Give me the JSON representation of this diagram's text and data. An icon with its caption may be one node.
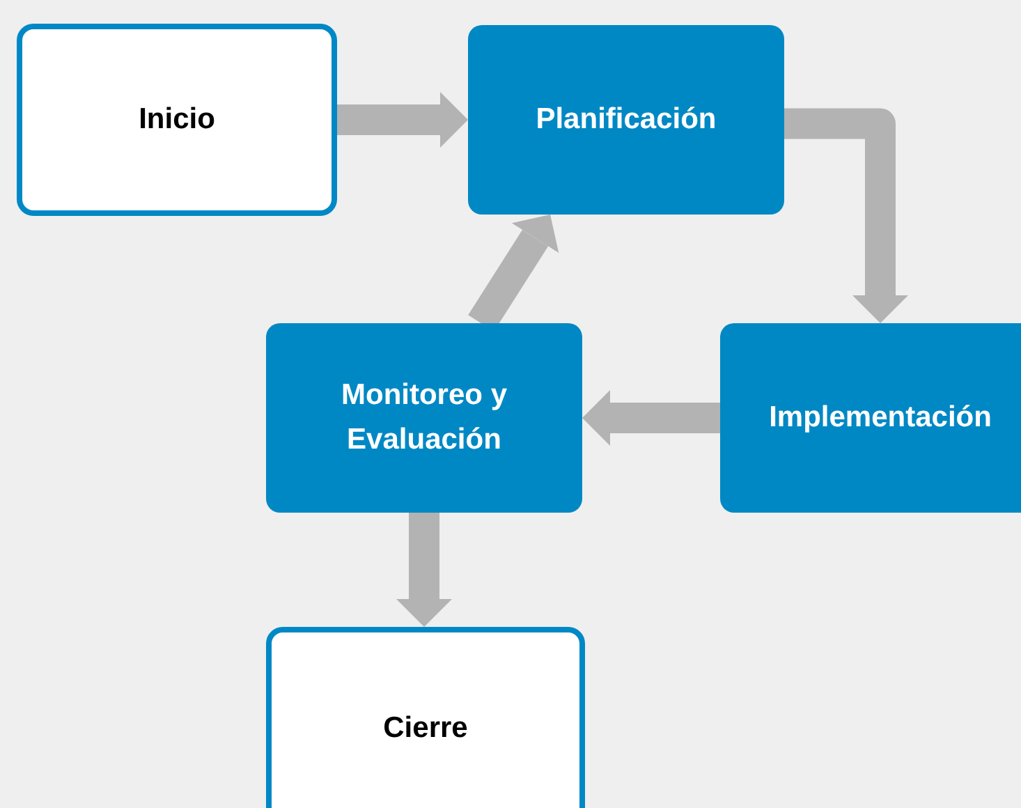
{
  "diagram": {
    "nodes": [
      {
        "text": [
          "Inicio"
        ]
      },
      {
        "text": [
          "Planificación"
        ]
      },
      {
        "text": [
          "Implementación"
        ]
      },
      {
        "text": [
          "Monitoreo y Evaluación"
        ]
      },
      {
        "text": [
          "Cierre"
        ]
      }
    ],
    "edges": [
      {
        "from": 0,
        "to": 1,
        "arrow": "to"
      },
      {
        "from": 1,
        "to": 2,
        "arrow": "to"
      },
      {
        "from": 2,
        "to": 3,
        "arrow": "to"
      },
      {
        "from": 3,
        "to": 1,
        "arrow": "to"
      },
      {
        "from": 3,
        "to": 4,
        "arrow": "to"
      }
    ]
  }
}
